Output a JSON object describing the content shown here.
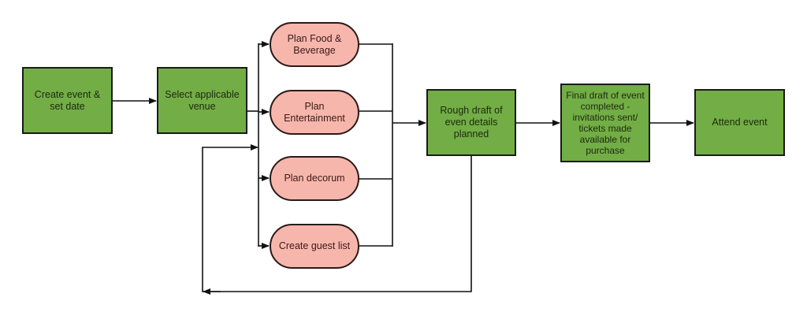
{
  "diagram": {
    "type": "flowchart",
    "colors": {
      "process": "#73ad45",
      "task": "#f7b6ac",
      "stroke": "#1a1a1a"
    },
    "nodes": {
      "create_event": "Create event & set date",
      "select_venue": "Select applicable venue",
      "plan_food": "Plan Food & Beverage",
      "plan_entertainment": "Plan Entertainment",
      "plan_decorum": "Plan decorum",
      "guest_list": "Create guest list",
      "rough_draft": "Rough draft of even details planned",
      "final_draft": "Final draft of event completed - invitations sent/ tickets made available for purchase",
      "attend": "Attend event"
    },
    "edges": [
      [
        "create_event",
        "select_venue"
      ],
      [
        "select_venue",
        "plan_food"
      ],
      [
        "select_venue",
        "plan_entertainment"
      ],
      [
        "select_venue",
        "plan_decorum"
      ],
      [
        "select_venue",
        "guest_list"
      ],
      [
        "plan_food",
        "rough_draft"
      ],
      [
        "plan_entertainment",
        "rough_draft"
      ],
      [
        "plan_decorum",
        "rough_draft"
      ],
      [
        "guest_list",
        "rough_draft"
      ],
      [
        "rough_draft",
        "final_draft"
      ],
      [
        "final_draft",
        "attend"
      ],
      [
        "rough_draft",
        "select_venue_branches (loop back)"
      ]
    ]
  }
}
